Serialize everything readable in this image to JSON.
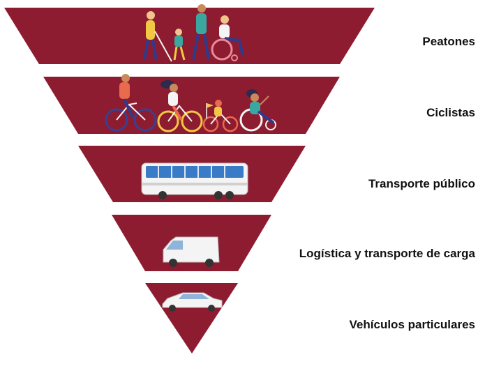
{
  "colors": {
    "tier_fill": "#8e1c30",
    "label_text": "#111111",
    "background": "#ffffff"
  },
  "tiers": [
    {
      "label": "Peatones",
      "icon": "pedestrians-illustration"
    },
    {
      "label": "Ciclistas",
      "icon": "cyclists-illustration"
    },
    {
      "label": "Transporte público",
      "icon": "bus-icon"
    },
    {
      "label": "Logística y transporte de carga",
      "icon": "van-icon"
    },
    {
      "label": "Vehículos particulares",
      "icon": "car-icon"
    }
  ]
}
